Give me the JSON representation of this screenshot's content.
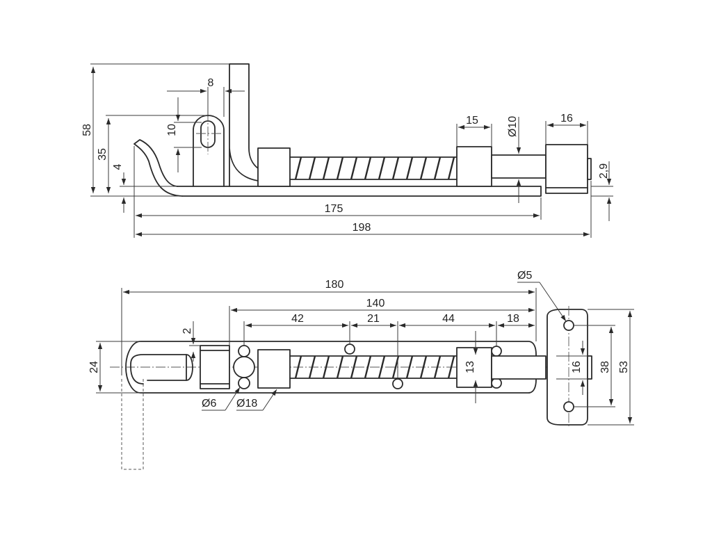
{
  "side_view": {
    "dims": {
      "height_58": "58",
      "height_35": "35",
      "offset_4": "4",
      "hole_10": "10",
      "width_8": "8",
      "block_15": "15",
      "dia_10": "Ø10",
      "keeper_16": "16",
      "gap_2_9": "2,9",
      "length_175": "175",
      "length_198": "198"
    }
  },
  "top_view": {
    "dims": {
      "length_180": "180",
      "length_140": "140",
      "spacing_42": "42",
      "spacing_21": "21",
      "spacing_44": "44",
      "spacing_18": "18",
      "dia_5": "Ø5",
      "offset_2": "2",
      "width_24": "24",
      "dia_6": "Ø6",
      "dia_18": "Ø18",
      "block_13": "13",
      "keeper_16": "16",
      "keeper_38": "38",
      "keeper_53": "53"
    }
  }
}
